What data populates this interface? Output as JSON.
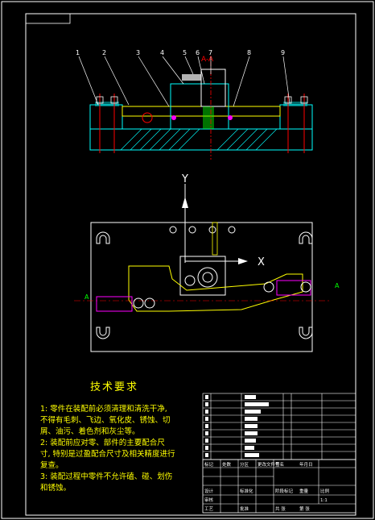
{
  "drawing": {
    "section_label": "A-A",
    "view_labels": {
      "y_axis": "Y",
      "x_axis": "X",
      "cut_left": "A",
      "cut_right": "A"
    },
    "balloons": [
      "1",
      "2",
      "3",
      "4",
      "5",
      "6",
      "7",
      "8",
      "9"
    ]
  },
  "tech_requirements": {
    "title": "技术要求",
    "items": [
      "1: 零件在装配前必须清理和清洗干净,",
      "不得有毛刺、飞边、氧化皮、锈蚀、切",
      "屑、油污、着色剂和灰尘等。",
      "2: 装配前应对零、部件的主要配合尺",
      "寸, 特别是过盈配合尺寸及相关精度进行",
      "复查。",
      "3: 装配过程中零件不允许磕、碰、划伤",
      "和锈蚀。"
    ]
  },
  "title_block": {
    "header": [
      "标记",
      "处数",
      "分区",
      "更改文件号",
      "签名",
      "年月日"
    ],
    "row_a": [
      "设计",
      "",
      "标准化",
      "",
      "阶段标记",
      "重量",
      "比例"
    ],
    "row_b": [
      "审核",
      "",
      "",
      "",
      "",
      "",
      "1:1"
    ],
    "row_c": [
      "工艺",
      "",
      "批准",
      "",
      "共 张",
      "第 张"
    ]
  },
  "colors": {
    "background": "#000000",
    "line": "#ffffff",
    "accent_yellow": "#ffff00",
    "accent_cyan": "#00ffff",
    "accent_magenta": "#ff00ff",
    "accent_red": "#ff0000",
    "accent_green": "#00ff00",
    "text_yellow": "#ffff00"
  }
}
